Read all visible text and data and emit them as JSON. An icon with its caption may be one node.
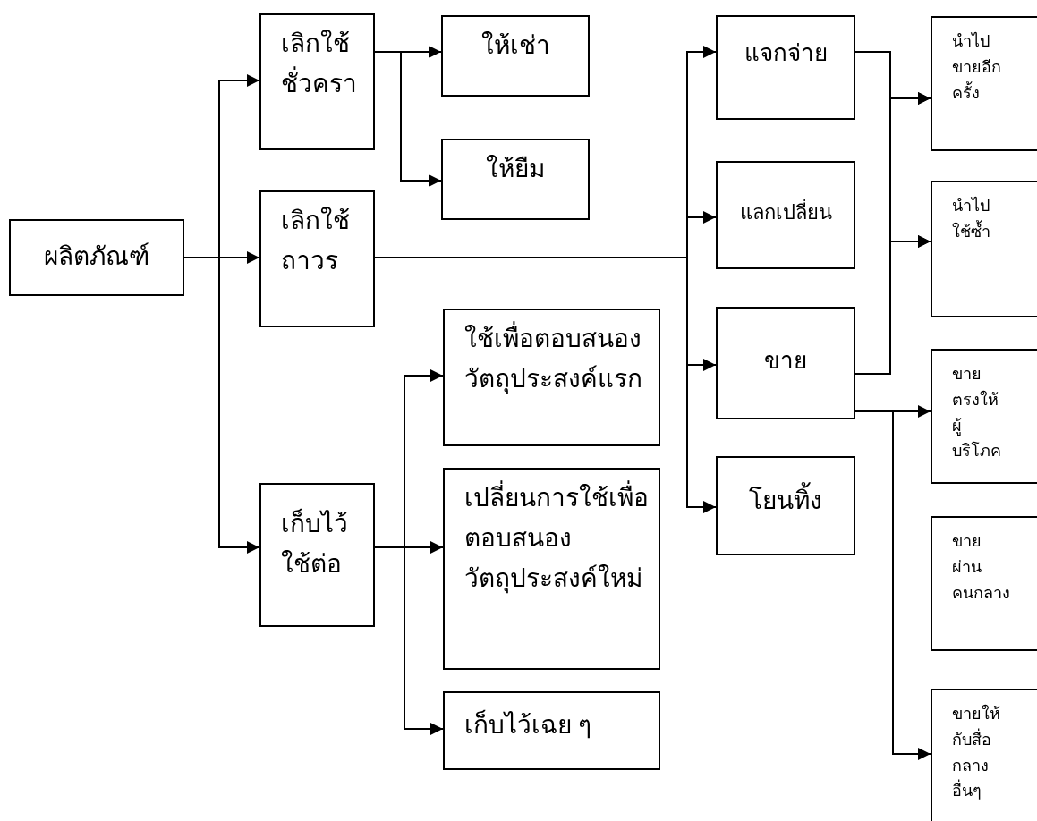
{
  "diagram": {
    "nodes": [
      {
        "text": [
          "ผลิตภัณฑ์"
        ]
      },
      {
        "text": [
          "เลิกใช้ชั่วครา"
        ]
      },
      {
        "text": [
          "เลิกใช้ถาวร"
        ]
      },
      {
        "text": [
          "เก็บไว้ใช้ต่อ"
        ]
      },
      {
        "text": [
          "ให้เช่า"
        ]
      },
      {
        "text": [
          "ให้ยืม"
        ]
      },
      {
        "text": [
          "ใช้เพื่อตอบสนองวัตถุประสงค์แรก"
        ]
      },
      {
        "text": [
          "เปลี่ยนการใช้เพื่อตอบสนองวัตถุประสงค์ใหม่"
        ]
      },
      {
        "text": [
          "เก็บไว้เฉย ๆ"
        ]
      },
      {
        "text": [
          "แจกจ่าย"
        ]
      },
      {
        "text": [
          "แลกเปลี่ยน"
        ]
      },
      {
        "text": [
          "ขาย"
        ]
      },
      {
        "text": [
          "โยนทิ้ง"
        ]
      },
      {
        "text": [
          "นำไปขายอีกครั้ง"
        ]
      },
      {
        "text": [
          "นำไปใช้ซ้ำ"
        ]
      },
      {
        "text": [
          "ขายตรงให้ผู้บริโภค"
        ]
      },
      {
        "text": [
          "ขายผ่านคนกลาง"
        ]
      },
      {
        "text": [
          "ขายให้กับสื่อกลางอื่นๆ"
        ]
      }
    ],
    "edges": [
      {
        "from": 0,
        "to": 1,
        "arrow": "to"
      },
      {
        "from": 0,
        "to": 2,
        "arrow": "to"
      },
      {
        "from": 0,
        "to": 3,
        "arrow": "to"
      },
      {
        "from": 1,
        "to": 4,
        "arrow": "to"
      },
      {
        "from": 1,
        "to": 5,
        "arrow": "to"
      },
      {
        "from": 2,
        "to": 9,
        "arrow": "to"
      },
      {
        "from": 2,
        "to": 10,
        "arrow": "to"
      },
      {
        "from": 2,
        "to": 11,
        "arrow": "to"
      },
      {
        "from": 2,
        "to": 12,
        "arrow": "to"
      },
      {
        "from": 3,
        "to": 6,
        "arrow": "to"
      },
      {
        "from": 3,
        "to": 7,
        "arrow": "to"
      },
      {
        "from": 3,
        "to": 8,
        "arrow": "to"
      },
      {
        "from": 9,
        "to": 13,
        "arrow": "to"
      },
      {
        "from": 9,
        "to": 14,
        "arrow": "to"
      },
      {
        "from": 11,
        "to": 13,
        "arrow": "to"
      },
      {
        "from": 11,
        "to": 14,
        "arrow": "to"
      },
      {
        "from": 11,
        "to": 15,
        "arrow": "to"
      },
      {
        "from": 11,
        "to": 17,
        "arrow": "to"
      }
    ]
  }
}
